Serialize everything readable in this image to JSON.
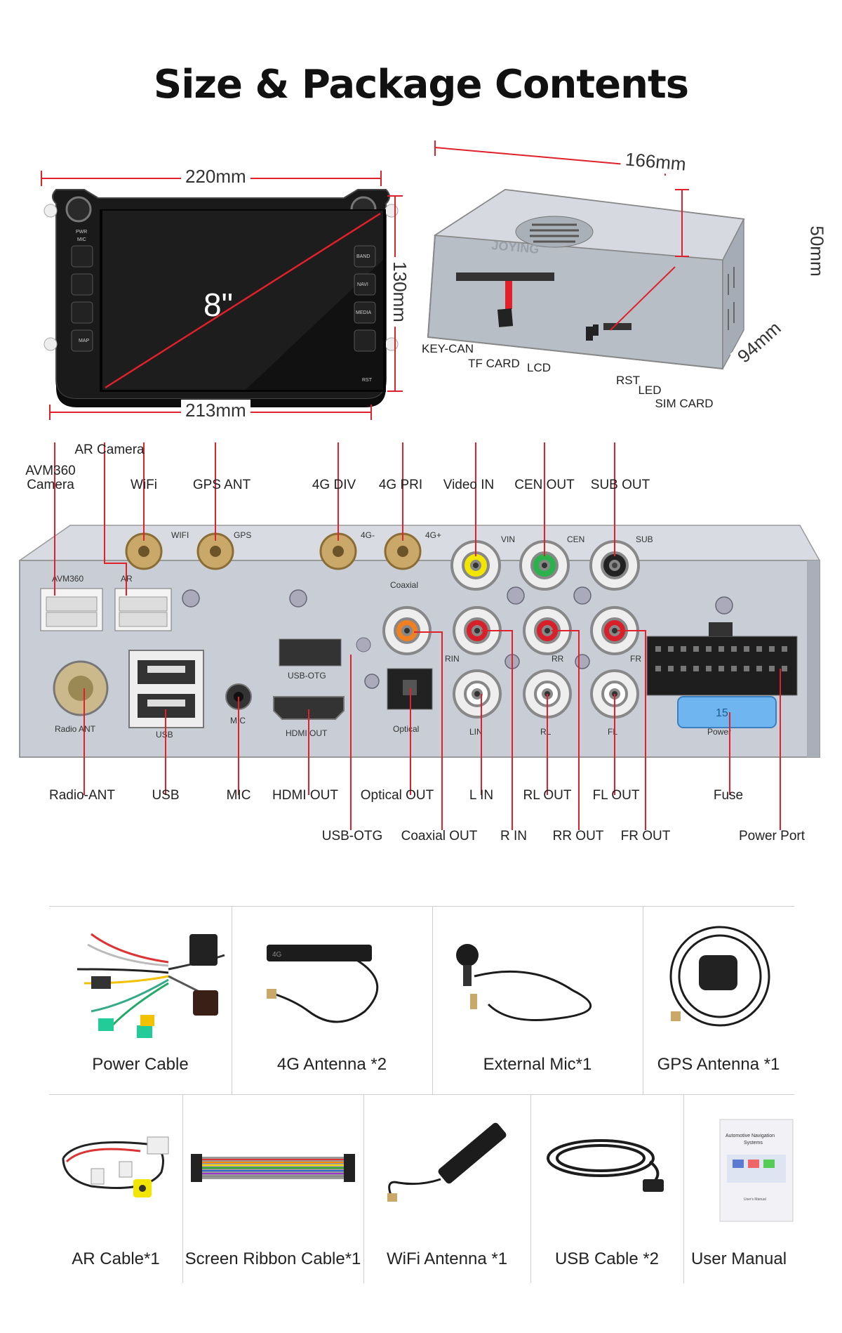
{
  "title": "Size & Package Contents",
  "front_view": {
    "width_top": "220mm",
    "width_bottom": "213mm",
    "height": "130mm",
    "screen_size": "8\"",
    "buttons": [
      "PWR",
      "MIC",
      "BAND",
      "NAVI",
      "MEDIA",
      "MAP",
      "RST"
    ]
  },
  "top_view": {
    "length": "166mm",
    "height": "50mm",
    "depth": "94mm",
    "brand_emboss": "JOYING",
    "ports": [
      "KEY-CAN",
      "TF CARD",
      "LCD",
      "RST",
      "LED",
      "SIM CARD"
    ]
  },
  "rear_panel": {
    "top_labels": {
      "ar_camera": "AR Camera",
      "avm360_camera_line1": "AVM360",
      "avm360_camera_line2": "Camera",
      "wifi": "WiFi",
      "gps_ant": "GPS ANT",
      "4g_div": "4G DIV",
      "4g_pri": "4G PRI",
      "video_in": "Video IN",
      "cen_out": "CEN OUT",
      "sub_out": "SUB OUT"
    },
    "panel_prints": {
      "avm360": "AVM360",
      "ar": "AR",
      "wifi": "WIFI",
      "gps": "GPS",
      "g4minus": "4G-",
      "g4plus": "4G+",
      "coaxial": "Coaxial",
      "vin": "VIN",
      "cen": "CEN",
      "sub": "SUB",
      "rin": "RIN",
      "rr": "RR",
      "fr": "FR",
      "lin": "LIN",
      "rl": "RL",
      "fl": "FL",
      "usb_otg": "USB-OTG",
      "hdmi": "HDMI OUT",
      "mic": "MIC",
      "usb": "USB",
      "radio_ant": "Radio ANT",
      "optical": "Optical",
      "power": "Power",
      "fuse": "15"
    },
    "bottom_labels_row1": {
      "radio_ant": "Radio-ANT",
      "usb": "USB",
      "mic": "MIC",
      "hdmi_out": "HDMI OUT",
      "optical_out": "Optical OUT",
      "l_in": "L IN",
      "rl_out": "RL OUT",
      "fl_out": "FL OUT",
      "fuse": "Fuse"
    },
    "bottom_labels_row2": {
      "usb_otg": "USB-OTG",
      "coaxial_out": "Coaxial OUT",
      "r_in": "R IN",
      "rr_out": "RR OUT",
      "fr_out": "FR OUT",
      "power_port": "Power Port"
    }
  },
  "package_row1": [
    {
      "label": "Power Cable"
    },
    {
      "label": "4G Antenna *2"
    },
    {
      "label": "External Mic*1"
    },
    {
      "label": "GPS Antenna *1"
    }
  ],
  "package_row2": [
    {
      "label": "AR Cable*1"
    },
    {
      "label": "Screen Ribbon Cable*1"
    },
    {
      "label": "WiFi Antenna *1"
    },
    {
      "label": "USB Cable *2"
    },
    {
      "label": "User Manual"
    }
  ],
  "manual_cover": {
    "line1": "Automotive Navigation",
    "line2": "Systems",
    "line3": "User's Manual"
  },
  "colors": {
    "accent_red": "#e0202a",
    "panel_silver": "#c9ced6",
    "rca_yellow": "#f2e600",
    "rca_green": "#2bb24c",
    "rca_red": "#d8202a",
    "rca_orange": "#f08020",
    "fuse_blue": "#6fb6f0"
  }
}
